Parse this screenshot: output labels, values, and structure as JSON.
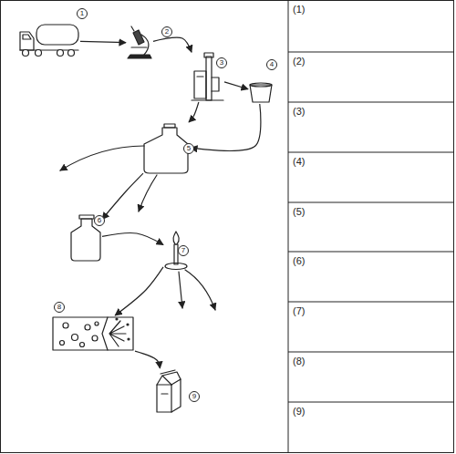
{
  "diagram": {
    "nodes": [
      {
        "text": [
          "1"
        ]
      },
      {
        "text": [
          "2"
        ]
      },
      {
        "text": [
          "3"
        ]
      },
      {
        "text": [
          "4"
        ]
      },
      {
        "text": [
          "5"
        ]
      },
      {
        "text": [
          "6"
        ]
      },
      {
        "text": [
          "7"
        ]
      },
      {
        "text": [
          "8"
        ]
      },
      {
        "text": [
          "9"
        ]
      }
    ],
    "edges": [
      {
        "from": 0,
        "to": 1,
        "arrow": "to"
      },
      {
        "from": 1,
        "to": 2,
        "arrow": "to"
      },
      {
        "from": 2,
        "to": 3,
        "arrow": "to"
      },
      {
        "from": 2,
        "to": 4,
        "arrow": "to"
      },
      {
        "from": 3,
        "to": 4,
        "arrow": "to"
      },
      {
        "from": 4,
        "to": 5,
        "arrow": "to"
      },
      {
        "from": 5,
        "to": 6,
        "arrow": "to"
      },
      {
        "from": 6,
        "to": 7,
        "arrow": "to"
      },
      {
        "from": 7,
        "to": 8,
        "arrow": "to"
      }
    ],
    "labels": [
      "(1)",
      "(2)",
      "(3)",
      "(4)",
      "(5)",
      "(6)",
      "(7)",
      "(8)",
      "(9)"
    ]
  }
}
